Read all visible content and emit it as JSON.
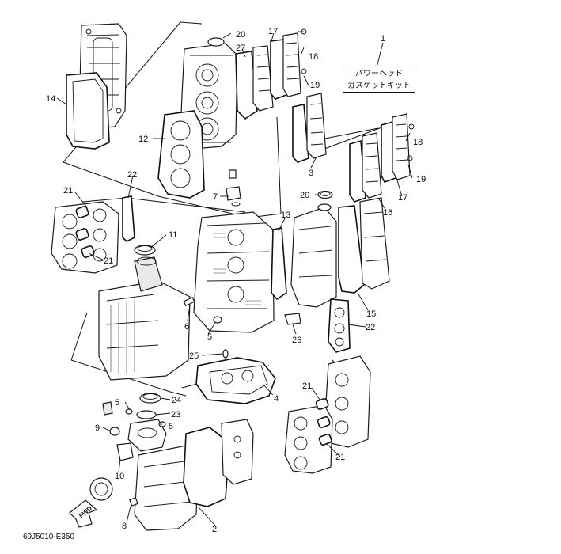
{
  "diagram": {
    "kit_title_line1": "パワーヘッド",
    "kit_title_line2": "ガスケットキット",
    "diagram_code": "69J5010-E350",
    "fwd_label": "FWD",
    "callouts": {
      "c1": "1",
      "c2": "2",
      "c3": "3",
      "c4": "4",
      "c5a": "5",
      "c5b": "5",
      "c5c": "5",
      "c6": "6",
      "c7": "7",
      "c8": "8",
      "c9": "9",
      "c10": "10",
      "c11": "11",
      "c12": "12",
      "c13": "13",
      "c14": "14",
      "c15": "15",
      "c16": "16",
      "c17a": "17",
      "c17b": "17",
      "c18a": "18",
      "c18b": "18",
      "c19a": "19",
      "c19b": "19",
      "c20a": "20",
      "c20b": "20",
      "c21a": "21",
      "c21b": "21",
      "c21c": "21",
      "c21d": "21",
      "c22a": "22",
      "c22b": "22",
      "c23": "23",
      "c24": "24",
      "c25": "25",
      "c26": "26",
      "c27": "27"
    }
  }
}
